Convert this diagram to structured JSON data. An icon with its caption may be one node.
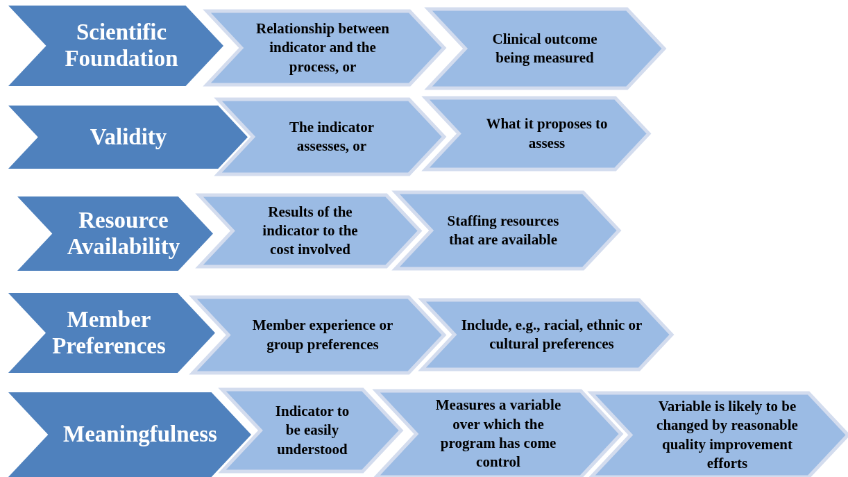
{
  "diagram": {
    "nodes": [
      {
        "text": [
          "Scientific Foundation"
        ]
      },
      {
        "text": [
          "Relationship between indicator and the process, or"
        ]
      },
      {
        "text": [
          "Clinical outcome being measured"
        ]
      },
      {
        "text": [
          "Validity"
        ]
      },
      {
        "text": [
          "The indicator assesses, or"
        ]
      },
      {
        "text": [
          "What it proposes to assess"
        ]
      },
      {
        "text": [
          "Resource Availability"
        ]
      },
      {
        "text": [
          "Results of the indicator to the cost involved"
        ]
      },
      {
        "text": [
          "Staffing resources that are available"
        ]
      },
      {
        "text": [
          "Member Preferences"
        ]
      },
      {
        "text": [
          "Member experience or group preferences"
        ]
      },
      {
        "text": [
          "Include, e.g., racial, ethnic or cultural preferences"
        ]
      },
      {
        "text": [
          "Meaningfulness"
        ]
      },
      {
        "text": [
          "Indicator to be easily understood"
        ]
      },
      {
        "text": [
          "Measures a variable over which the program has come control"
        ]
      },
      {
        "text": [
          "Variable is likely to be changed by reasonable quality improvement efforts"
        ]
      }
    ]
  }
}
